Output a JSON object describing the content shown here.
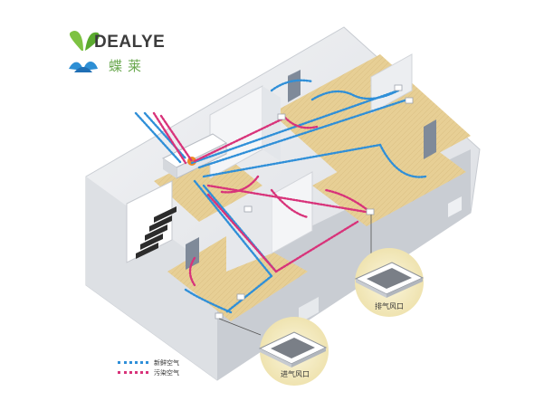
{
  "brand": {
    "name_en": "DEALYE",
    "name_cn": "蝶莱",
    "colors": {
      "leaf_green": "#7dc242",
      "flower_blue": "#2d8fd5",
      "text_dark": "#3c3c3c"
    }
  },
  "legend": {
    "fresh_air_label": "新鲜空气",
    "polluted_air_label": "污染空气",
    "fresh_color": "#2f8fd8",
    "polluted_color": "#d8337a"
  },
  "callouts": {
    "exhaust_vent_label": "排气风口",
    "intake_vent_label": "进气风口"
  },
  "icons": [
    "butterfly-logo-icon",
    "ceiling-vent-icon",
    "ventilation-unit-icon"
  ]
}
